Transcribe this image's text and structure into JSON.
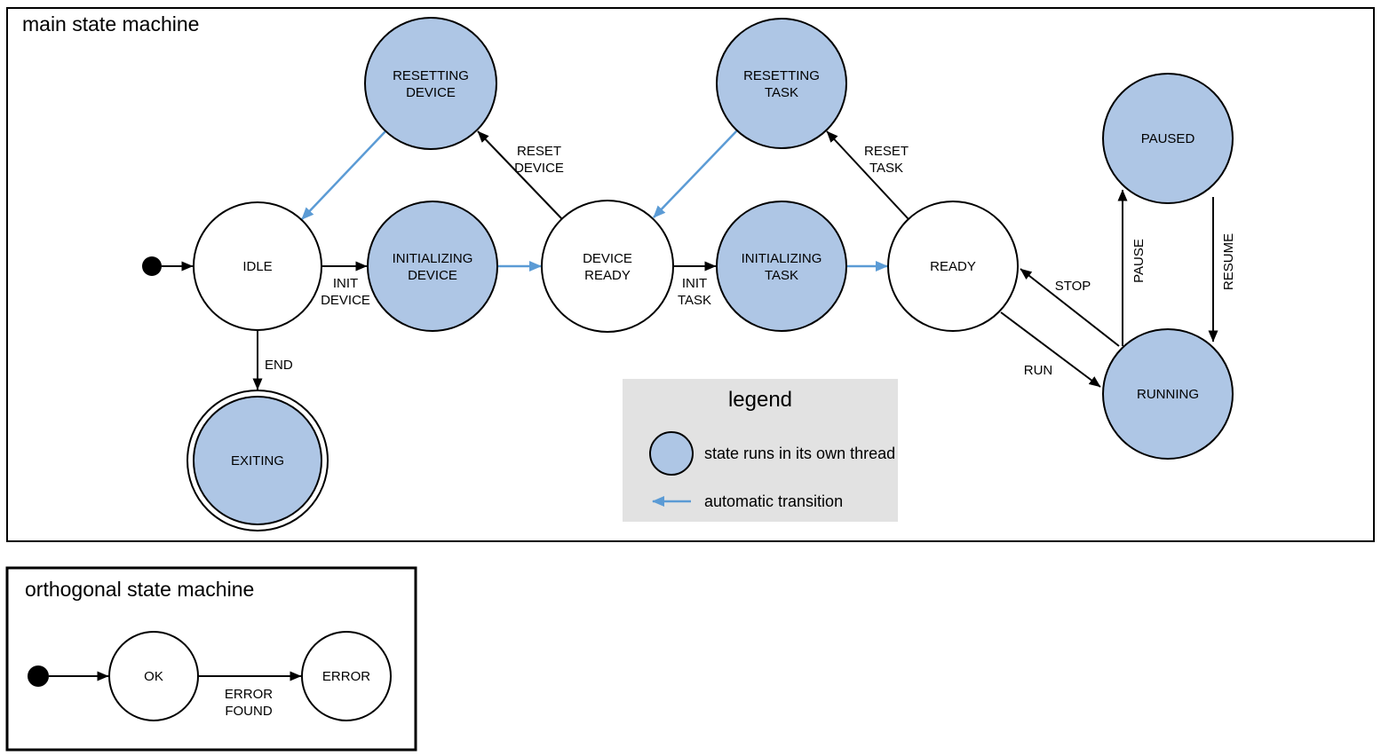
{
  "colors": {
    "threaded_state_fill": "#aec6e5",
    "state_stroke": "#000000",
    "auto_transition_blue": "#5b9bd5",
    "legend_background": "#e2e2e2"
  },
  "main": {
    "title": "main state machine",
    "states": {
      "idle": {
        "label": "IDLE"
      },
      "initializing_device": {
        "line1": "INITIALIZING",
        "line2": "DEVICE"
      },
      "device_ready": {
        "line1": "DEVICE",
        "line2": "READY"
      },
      "initializing_task": {
        "line1": "INITIALIZING",
        "line2": "TASK"
      },
      "ready": {
        "label": "READY"
      },
      "resetting_device": {
        "line1": "RESETTING",
        "line2": "DEVICE"
      },
      "resetting_task": {
        "line1": "RESETTING",
        "line2": "TASK"
      },
      "paused": {
        "label": "PAUSED"
      },
      "running": {
        "label": "RUNNING"
      },
      "exiting": {
        "label": "EXITING"
      }
    },
    "transitions": {
      "init_device": {
        "line1": "INIT",
        "line2": "DEVICE"
      },
      "init_task": {
        "line1": "INIT",
        "line2": "TASK"
      },
      "reset_device": {
        "line1": "RESET",
        "line2": "DEVICE"
      },
      "reset_task": {
        "line1": "RESET",
        "line2": "TASK"
      },
      "end": {
        "label": "END"
      },
      "run": {
        "label": "RUN"
      },
      "stop": {
        "label": "STOP"
      },
      "pause": {
        "label": "PAUSE"
      },
      "resume": {
        "label": "RESUME"
      }
    }
  },
  "legend": {
    "title": "legend",
    "thread_item": "state runs in its own thread",
    "auto_item": "automatic transition"
  },
  "orthogonal": {
    "title": "orthogonal state machine",
    "states": {
      "ok": {
        "label": "OK"
      },
      "error": {
        "label": "ERROR"
      }
    },
    "transitions": {
      "error_found": {
        "line1": "ERROR",
        "line2": "FOUND"
      }
    }
  }
}
